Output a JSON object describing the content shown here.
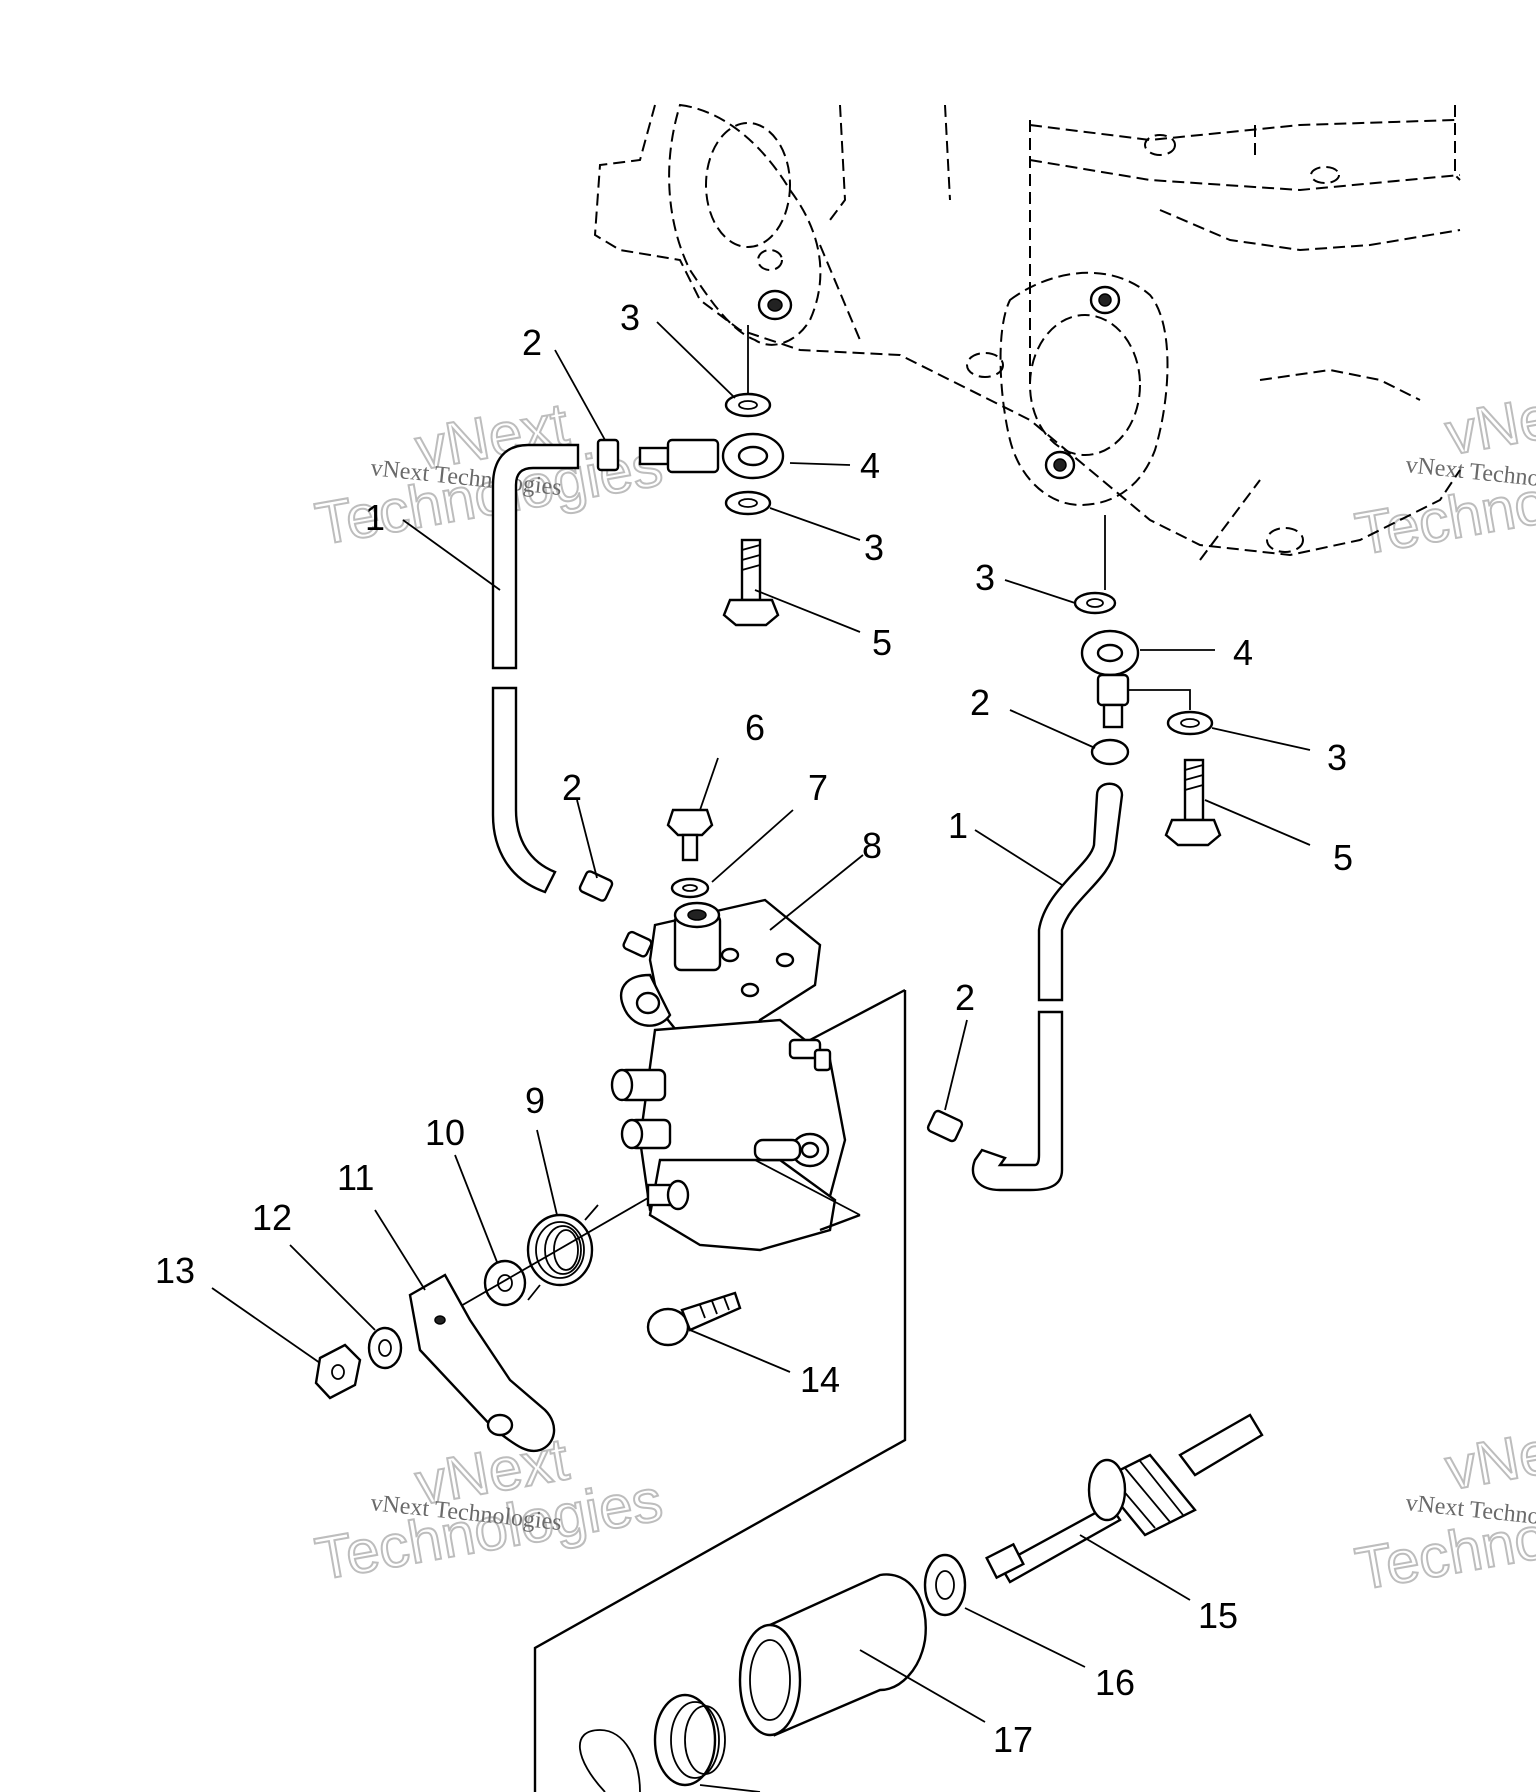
{
  "watermark": {
    "company": "vNext Technologies",
    "word_top": "vNext",
    "word_bottom": "Technologies"
  },
  "callouts": {
    "hose_left": "1",
    "hose_right": "1",
    "clamp_left_top": "2",
    "clamp_left_bottom": "2",
    "clamp_right_top": "2",
    "clamp_right_bottom": "2",
    "washer_left_a": "3",
    "washer_left_b": "3",
    "washer_right_a": "3",
    "washer_right_b": "3",
    "banjo_left": "4",
    "banjo_right": "4",
    "bolt_left": "5",
    "bolt_right": "5",
    "bleed_screw": "6",
    "bleed_washer": "7",
    "oil_pump": "8",
    "spring": "9",
    "washer_10": "10",
    "pump_lever": "11",
    "lock_washer": "12",
    "nut": "13",
    "pump_bolt": "14",
    "drive_gear_shaft": "15",
    "thrust_washer": "16",
    "bushing": "17"
  }
}
